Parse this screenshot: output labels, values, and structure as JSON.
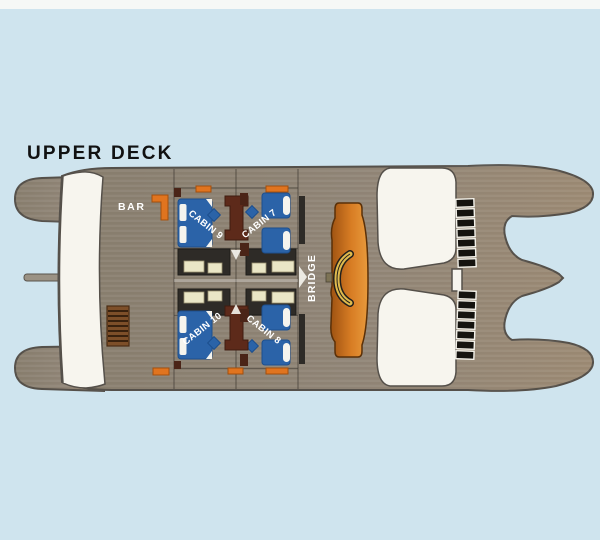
{
  "title": "UPPER DECK",
  "plan": {
    "bar_label": "BAR",
    "bridge_label": "BRIDGE",
    "cabins": [
      {
        "label": "CABIN 9"
      },
      {
        "label": "CABIN 7"
      },
      {
        "label": "CABIN 10"
      },
      {
        "label": "CABIN 8"
      }
    ],
    "colors": {
      "background": "#cfe4ee",
      "deck": "#8f8577",
      "outline": "#55504a",
      "roof": "#f7f5ee",
      "bed": "#2b63a8",
      "orange": "#e0741f",
      "bridge_wood": "#cc7522",
      "gold": "#dfba4d",
      "label_text": "#ffffff",
      "title_text": "#111111"
    }
  }
}
